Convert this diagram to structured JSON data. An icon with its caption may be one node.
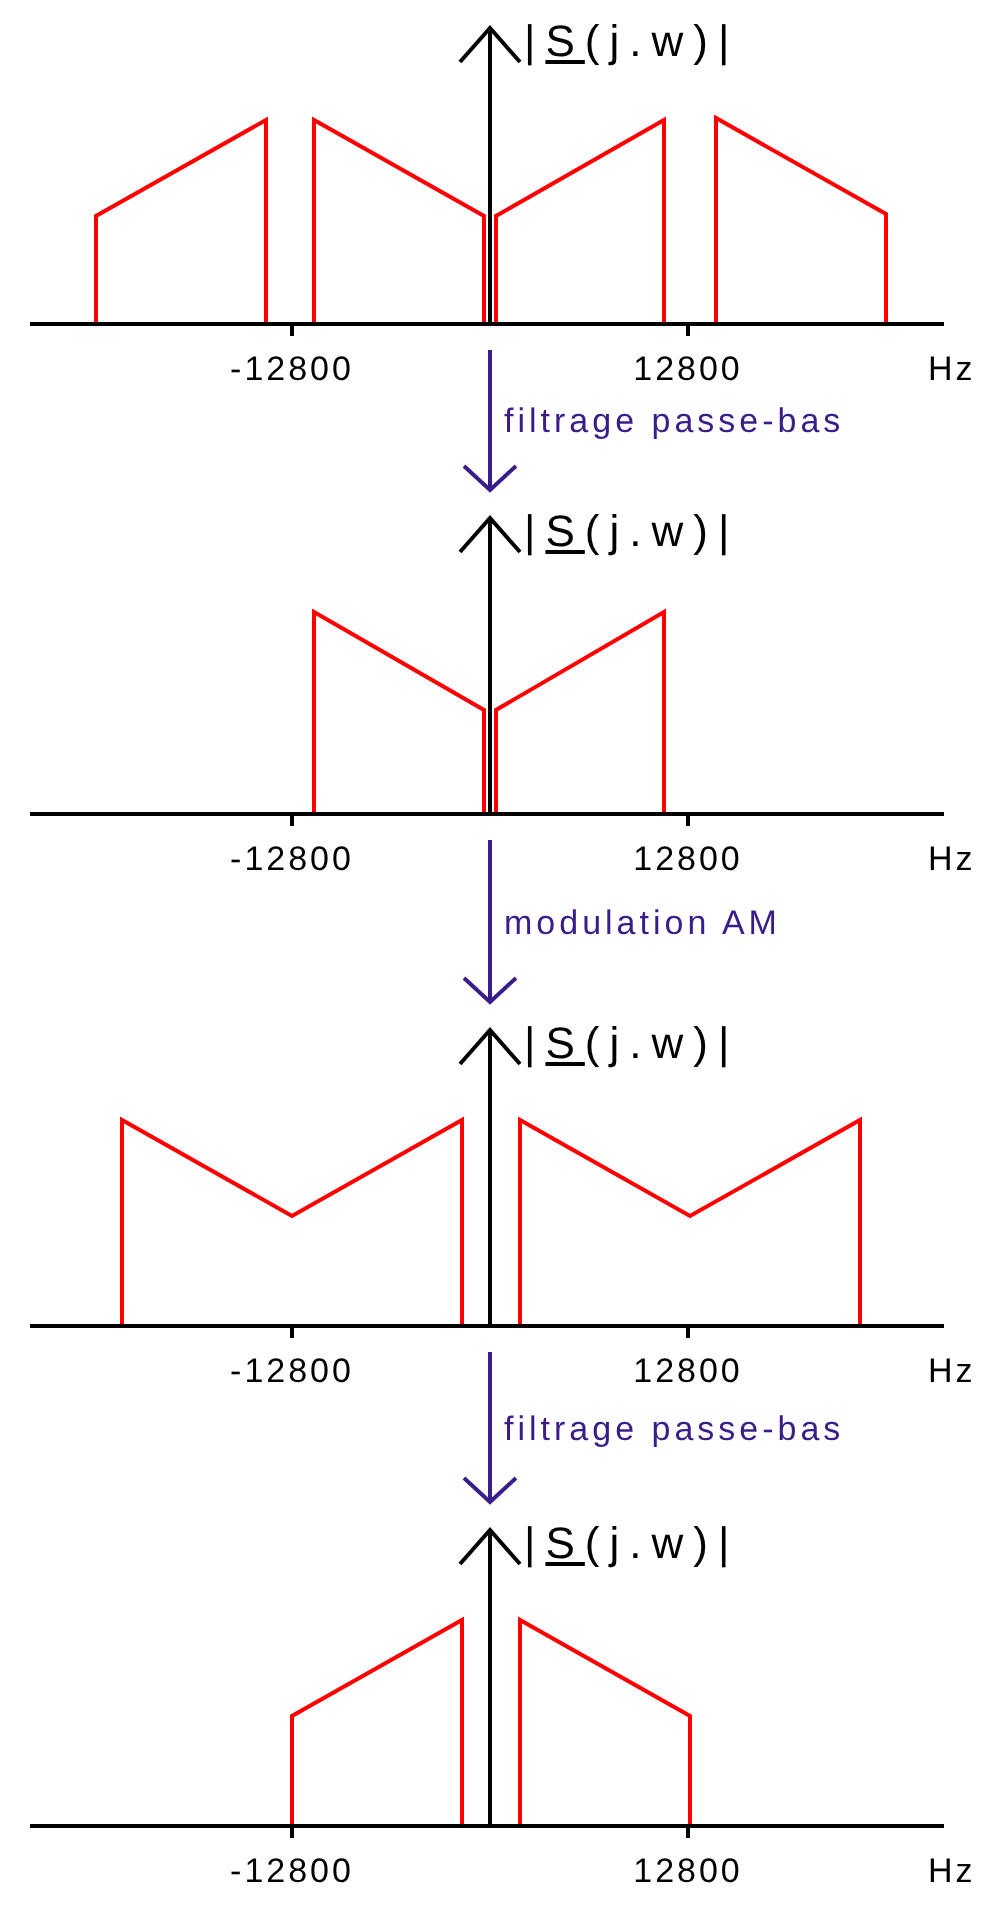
{
  "diagram": {
    "nodes": [
      {
        "text": [
          "|S(j.w)|"
        ],
        "beside": [
          "-12800",
          "12800",
          "Hz"
        ]
      },
      {
        "text": [
          "|S(j.w)|"
        ],
        "beside": [
          "-12800",
          "12800",
          "Hz"
        ]
      },
      {
        "text": [
          "|S(j.w)|"
        ],
        "beside": [
          "-12800",
          "12800",
          "Hz"
        ]
      },
      {
        "text": [
          "|S(j.w)|"
        ],
        "beside": [
          "-12800",
          "12800",
          "Hz"
        ]
      }
    ],
    "edges": [
      {
        "from": 0,
        "to": 1,
        "arrow": "to",
        "label": "filtrage passe-bas"
      },
      {
        "from": 1,
        "to": 2,
        "arrow": "to",
        "label": "modulation AM"
      },
      {
        "from": 2,
        "to": 3,
        "arrow": "to",
        "label": "filtrage passe-bas"
      }
    ]
  }
}
